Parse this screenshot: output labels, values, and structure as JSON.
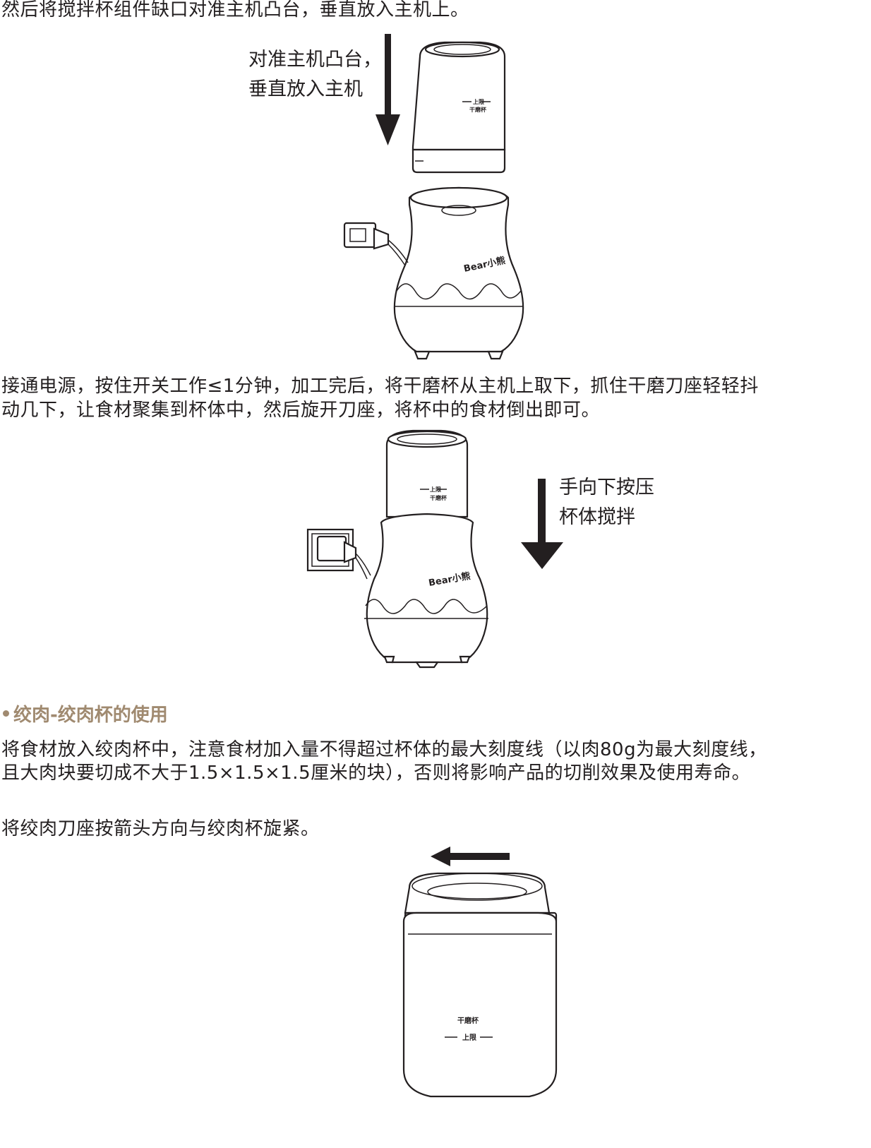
{
  "step_place_cup": "然后将搅拌杯组件缺口对准主机凸台，垂直放入主机上。",
  "callout_align": [
    "对准主机凸台，",
    "垂直放入主机"
  ],
  "step_operate": [
    "接通电源，按住开关工作≤1分钟，加工完后，将干磨杯从主机上取下，抓住干磨刀座轻轻抖",
    "动几下，让食材聚集到杯体中，然后旋开刀座，将杯中的食材倒出即可。"
  ],
  "callout_press": [
    "手向下按压",
    "杯体搅拌"
  ],
  "section_heading": "绞肉-绞肉杯的使用",
  "step_meat": [
    "将食材放入绞肉杯中，注意食材加入量不得超过杯体的最大刻度线（以肉80g为最大刻度线，",
    "且大肉块要切成不大于1.5×1.5×1.5厘米的块），否则将影响产品的切削效果及使用寿命。"
  ],
  "step_tighten": "将绞肉刀座按箭头方向与绞肉杯旋紧。",
  "cup_label_dry": "干磨杯",
  "cup_label_max": "上限",
  "brand_logo": "Bear小熊",
  "colors": {
    "heading": "#a08a70",
    "text": "#231f20",
    "line": "#231f20"
  },
  "icons": [
    "down-arrow-icon",
    "left-arrow-icon",
    "power-plug-icon",
    "wall-socket-icon"
  ]
}
